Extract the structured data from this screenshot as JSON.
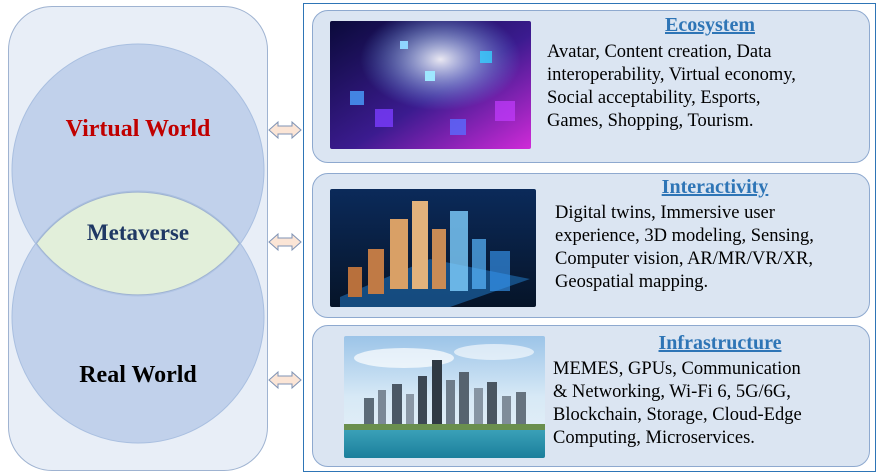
{
  "venn": {
    "top_label": "Virtual World",
    "middle_label": "Metaverse",
    "bottom_label": "Real World"
  },
  "cards": [
    {
      "title": "Ecosystem",
      "body": "Avatar, Content creation, Data\ninteroperability, Virtual economy,\nSocial acceptability, Esports,\nGames, Shopping, Tourism.",
      "image": "metaverse-cubes-illustration"
    },
    {
      "title": "Interactivity",
      "body": "Digital twins, Immersive user\nexperience, 3D modeling, Sensing,\nComputer vision, AR/MR/VR/XR,\nGeospatial mapping.",
      "image": "digital-city-3d-model"
    },
    {
      "title": "Infrastructure",
      "body": "MEMES, GPUs, Communication\n& Networking, Wi-Fi 6, 5G/6G,\nBlockchain, Storage, Cloud-Edge\nComputing, Microservices.",
      "image": "city-skyline-photo"
    }
  ],
  "colors": {
    "virtual": "#c00000",
    "metaverse": "#1f3864",
    "title_blue": "#2e75b6",
    "card_bg": "#dbe5f2",
    "circle_fill": "#b4c7e7",
    "overlap_fill": "#e2efda"
  }
}
